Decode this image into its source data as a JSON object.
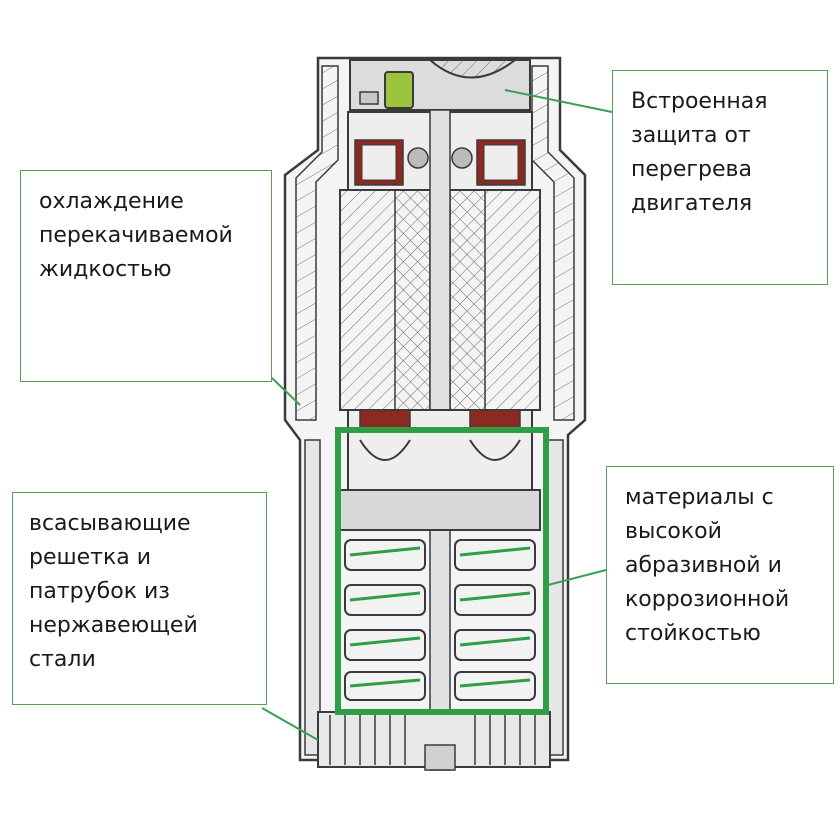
{
  "callouts": {
    "motor_protection": {
      "lines": [
        "Встроенная",
        "защита от",
        "перегрева",
        "двигателя"
      ]
    },
    "cooling": {
      "lines": [
        "охлаждение",
        "перекачиваемой",
        "жидкостью"
      ]
    },
    "suction_grid": {
      "lines": [
        "всасывающие",
        "решетка и",
        "патрубок из",
        "нержавеющей",
        "стали"
      ]
    },
    "materials": {
      "lines": [
        "материалы с",
        "высокой",
        "абразивной и",
        "коррозионной",
        "стойкостью"
      ]
    }
  },
  "colors": {
    "highlight_frame": "#2e9e47",
    "leader_line": "#3aa055",
    "callout_border": "#5a9e5a",
    "thermal_sensor": "#9bc53d",
    "winding_rust": "#8a2a20",
    "outline": "#3a3a3a"
  },
  "icons": [
    "thermal-sensor-icon",
    "bearing-icon",
    "impeller-icon"
  ]
}
